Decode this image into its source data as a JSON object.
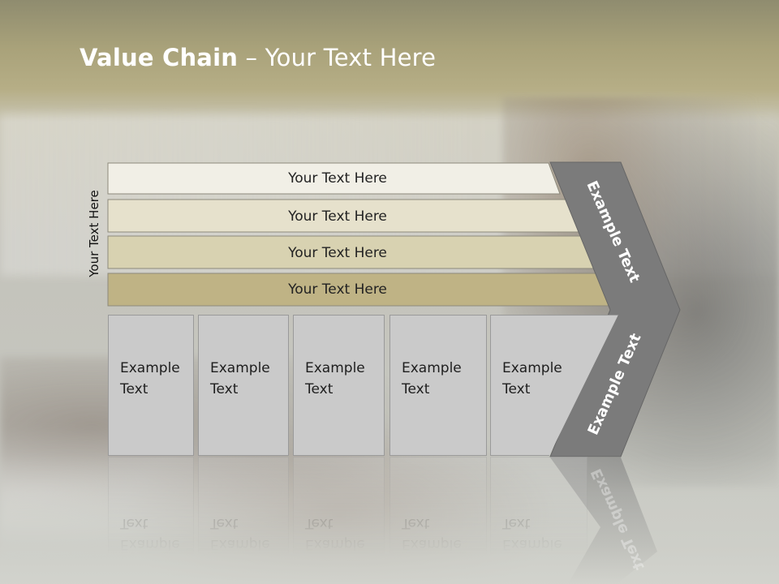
{
  "title": {
    "bold": "Value Chain",
    "rest": " – Your Text Here"
  },
  "side_label": "Your Text Here",
  "bands": [
    {
      "label": "Your Text Here",
      "color": "#f1efe6"
    },
    {
      "label": "Your Text Here",
      "color": "#e6e1cc"
    },
    {
      "label": "Your Text Here",
      "color": "#d8d2b1"
    },
    {
      "label": "Your Text Here",
      "color": "#bfb385"
    }
  ],
  "boxes": [
    {
      "label": "Example\nText"
    },
    {
      "label": "Example\nText"
    },
    {
      "label": "Example\nText"
    },
    {
      "label": "Example\nText"
    },
    {
      "label": "Example\nText"
    }
  ],
  "chevron": {
    "upper_label": "Example Text",
    "lower_label": "Example Text",
    "color": "#7b7b7b"
  }
}
